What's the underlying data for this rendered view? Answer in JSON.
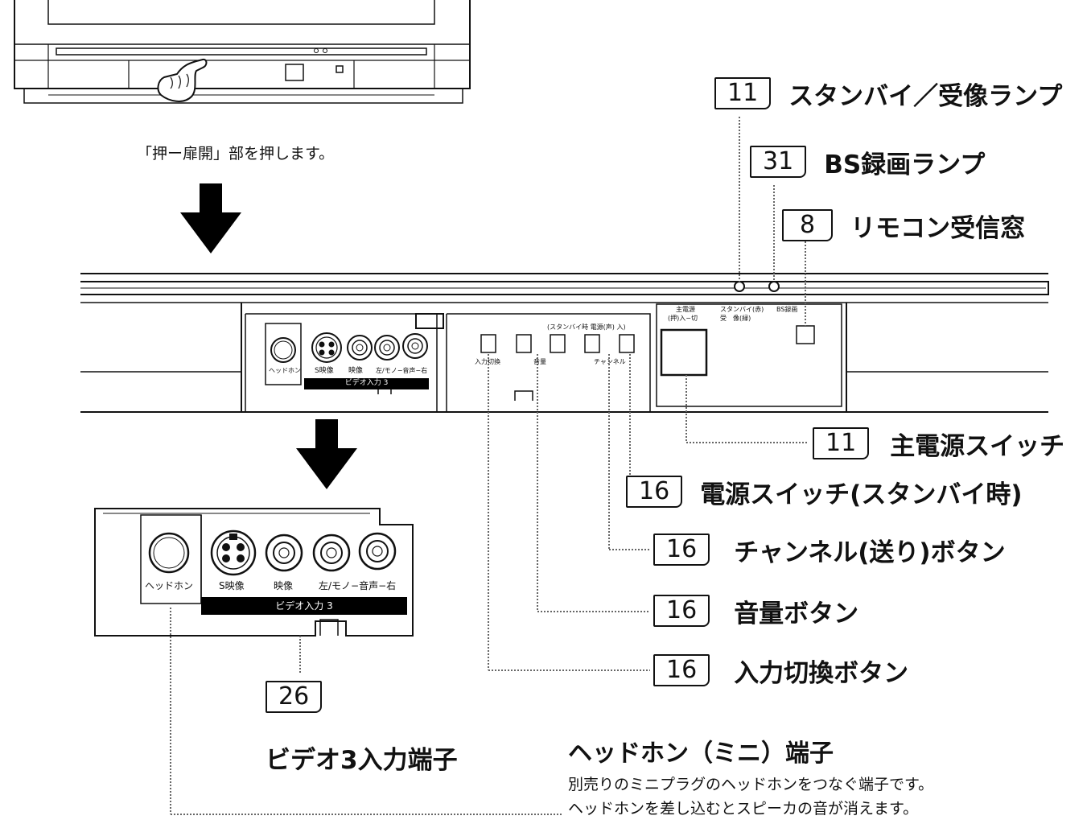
{
  "top_caption": "「押ー扉開」部を押します。",
  "callouts": [
    {
      "page": "11",
      "label": "スタンバイ／受像ランプ"
    },
    {
      "page": "31",
      "label": "BS録画ランプ"
    },
    {
      "page": "8",
      "label": "リモコン受信窓"
    },
    {
      "page": "11",
      "label": "主電源スイッチ"
    },
    {
      "page": "16",
      "label": "電源スイッチ(スタンバイ時)"
    },
    {
      "page": "16",
      "label": "チャンネル(送り)ボタン"
    },
    {
      "page": "16",
      "label": "音量ボタン"
    },
    {
      "page": "16",
      "label": "入力切換ボタン"
    }
  ],
  "panel_small": {
    "headphone": "ヘッドホン",
    "s_video": "S映像",
    "video": "映像",
    "audio": "左/モノ−音声−右",
    "input_name": "ビデオ入力 3",
    "input_switch": "入力切換",
    "volume": "音量",
    "channel": "チャンネル",
    "standby_power": "(スタンバイ時 電源(声) 入)",
    "main_power": "主電源",
    "main_power_state": "(押)入−切",
    "standby_lamp": "スタンバイ(赤)",
    "receive_lamp": "受　像(緑)",
    "bs_rec": "BS録画"
  },
  "panel_large": {
    "headphone": "ヘッドホン",
    "s_video": "S映像",
    "video": "映像",
    "audio": "左/モノ−音声−右",
    "input_name": "ビデオ入力 3"
  },
  "video3_page": "26",
  "video3_title": "ビデオ3入力端子",
  "headphone_title": "ヘッドホン（ミニ）端子",
  "headphone_desc": [
    "別売りのミニプラグのヘッドホンをつなぐ端子です。",
    "ヘッドホンを差し込むとスピーカの音が消えます。"
  ]
}
